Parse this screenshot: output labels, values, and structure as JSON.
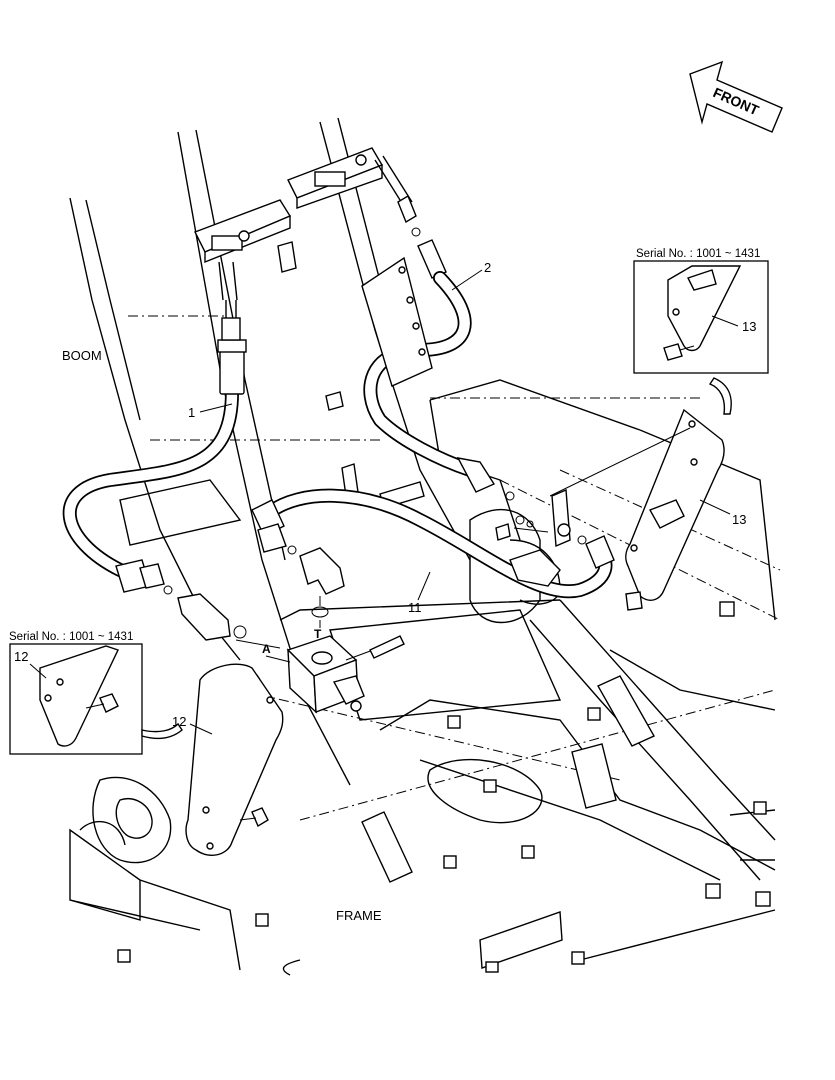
{
  "labels": {
    "front": "FRONT",
    "boom": "BOOM",
    "frame": "FRAME",
    "port_a": "A",
    "port_t": "T"
  },
  "callouts": {
    "c1": "1",
    "c2": "2",
    "c11": "11",
    "c12": "12",
    "c13": "13"
  },
  "insets": {
    "left": {
      "caption": "Serial No. : 1001 ~ 1431",
      "part": "12"
    },
    "right": {
      "caption": "Serial No. : 1001 ~ 1431",
      "part": "13"
    }
  }
}
